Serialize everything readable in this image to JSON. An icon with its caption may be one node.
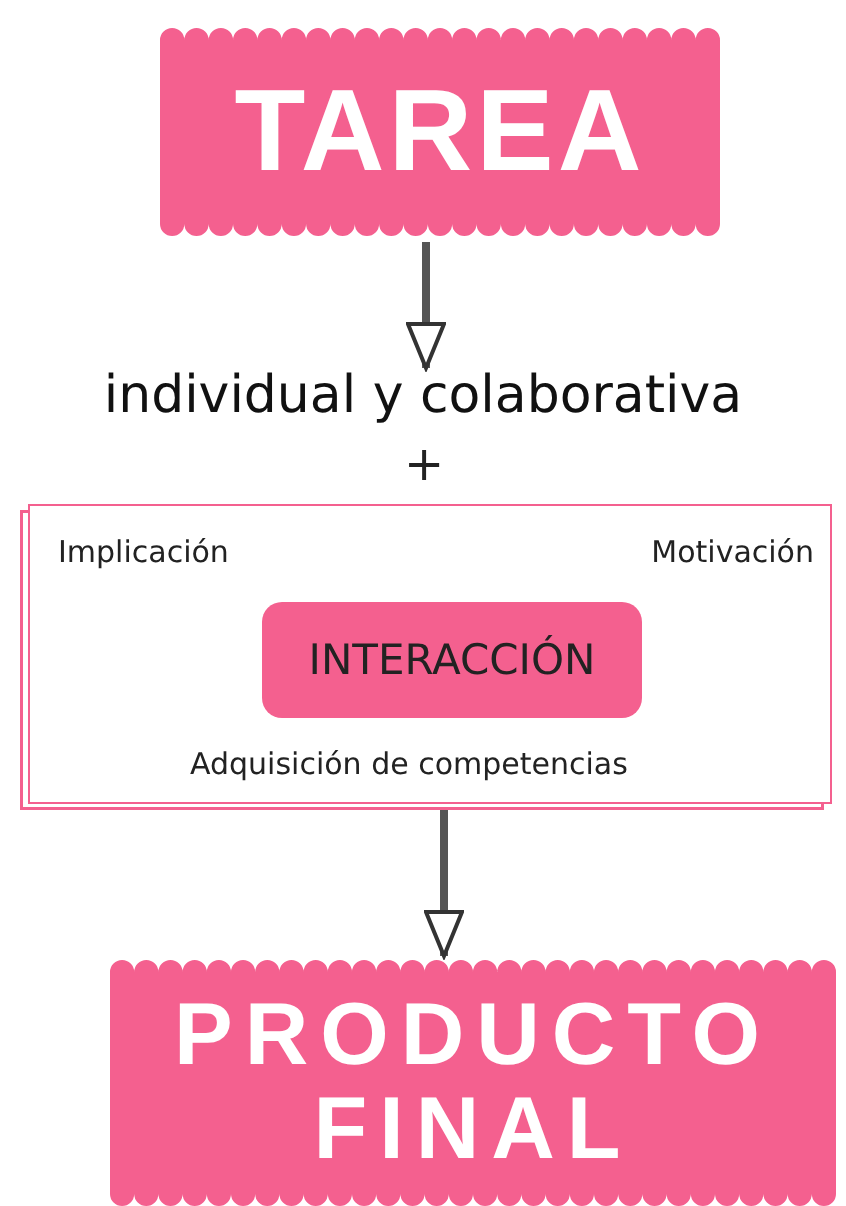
{
  "diagram": {
    "nodes": [
      {
        "text": [
          "TAREA"
        ]
      },
      {
        "text": [
          "individual y colaborativa"
        ]
      },
      {
        "text": [
          "Implicación",
          "Motivación",
          "Adquisición de competencias"
        ]
      },
      {
        "text": [
          "INTERACCIÓN"
        ],
        "in": 2
      },
      {
        "text": [
          "PRODUCTO FINAL"
        ]
      }
    ],
    "edges": [
      {
        "from": 0,
        "to": 1,
        "arrow": "to"
      },
      {
        "from": 2,
        "to": 4,
        "arrow": "to"
      }
    ],
    "labels": [
      "+"
    ]
  }
}
